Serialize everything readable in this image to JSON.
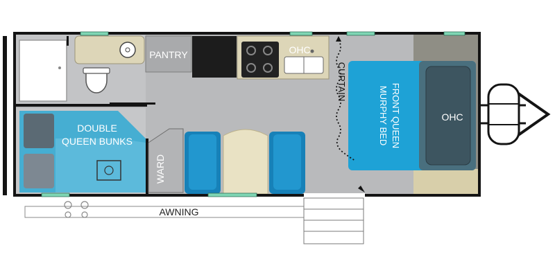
{
  "floorplan": {
    "labels": {
      "pantry": "PANTRY",
      "ohc_kitchen": "OHC",
      "curtain": "CURTAIN",
      "bed_line1": "FRONT QUEEN",
      "bed_line2": "MURPHY BED",
      "ohc_front": "OHC",
      "bunks_line1": "DOUBLE",
      "bunks_line2": "QUEEN BUNKS",
      "ward": "WARD",
      "awning": "AWNING"
    },
    "colors": {
      "floor": "#b9babc",
      "wall": "#141414",
      "bed_blue": "#1ea2d6",
      "bunk_blue": "#2fa9d3",
      "dinette_blue": "#1781b8",
      "table": "#e9e2c4",
      "window": "#7fd6b4",
      "front_cap": "#8f8e85",
      "cabinet_tan": "#ddd6b8"
    }
  }
}
